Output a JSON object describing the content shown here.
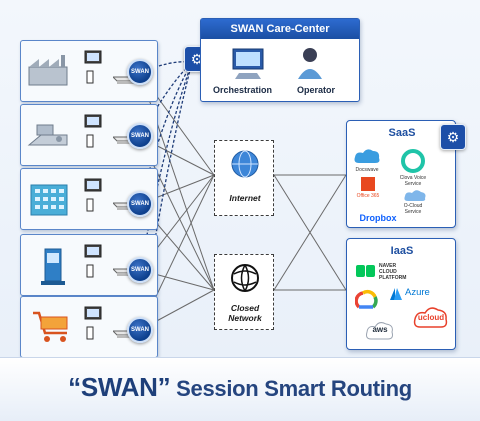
{
  "care_center": {
    "title": "SWAN Care-Center",
    "orchestration_label": "Orchestration",
    "operator_label": "Operator"
  },
  "sites": [
    {
      "icon": "factory-icon",
      "node_label": "SWAN"
    },
    {
      "icon": "plant-icon",
      "node_label": "SWAN"
    },
    {
      "icon": "office-building-icon",
      "node_label": "SWAN"
    },
    {
      "icon": "kiosk-icon",
      "node_label": "SWAN"
    },
    {
      "icon": "shopping-cart-icon",
      "node_label": "SWAN"
    }
  ],
  "networks": {
    "internet_label": "Internet",
    "closed_line1": "Closed",
    "closed_line2": "Network"
  },
  "saas": {
    "title": "SaaS",
    "logos": {
      "docswave": "Docswave",
      "office365": "Office 365",
      "clova_line1": "Clova Voice",
      "clova_line2": "Service",
      "ocloud_line1": "O-Cloud",
      "ocloud_line2": "Service",
      "dropbox": "Dropbox"
    }
  },
  "iaas": {
    "title": "IaaS",
    "logos": {
      "naver_line1": "NAVER",
      "naver_line2": "CLOUD",
      "naver_line3": "PLATFORM",
      "azure": "Azure",
      "aws": "aws",
      "ucloud": "ucloud"
    }
  },
  "banner": {
    "quoted": "“SWAN”",
    "rest": " Session Smart Routing"
  },
  "colors": {
    "brand_blue": "#1e4fa0",
    "banner_text": "#1e3f7a",
    "wire": "#5b5b5b"
  }
}
